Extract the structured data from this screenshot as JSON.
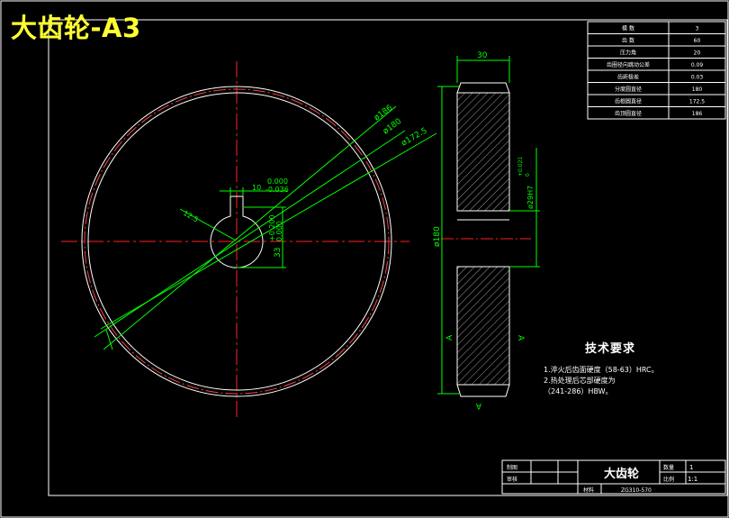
{
  "title": "大齿轮-A3",
  "param_table": [
    {
      "label": "模 数",
      "value": "3"
    },
    {
      "label": "齿 数",
      "value": "60"
    },
    {
      "label": "压力角",
      "value": "20"
    },
    {
      "label": "齿圈径向跳动公差",
      "value": "0.09"
    },
    {
      "label": "齿距极差",
      "value": "0.03"
    },
    {
      "label": "分度圆直径",
      "value": "180"
    },
    {
      "label": "齿根圆直径",
      "value": "172.5"
    },
    {
      "label": "齿顶圆直径",
      "value": "186"
    }
  ],
  "dimensions": {
    "dia_tip": "ø186",
    "dia_pitch": "ø180",
    "dia_root": "ø172.5",
    "keyway_width": "10",
    "keyway_tol_upper": "0.000",
    "keyway_tol_lower": "-0.036",
    "radius": "12.5",
    "keyway_depth": "33",
    "keyway_depth_tol_upper": "+0.200",
    "keyway_depth_tol_lower": "0.000",
    "face_width": "30",
    "side_dia": "ø180",
    "bore_dia": "ø29H7",
    "bore_tol_upper": "+0.021",
    "bore_tol_lower": "0",
    "section_left": "A",
    "section_right": "A",
    "section_bottom": "A"
  },
  "tech_requirements": {
    "heading": "技术要求",
    "lines": [
      "1.淬火后齿面硬度（58-63）HRC。",
      "2.热处理后芯部硬度为",
      "（241-286）HBW。"
    ]
  },
  "title_block": {
    "drawn_label": "制图",
    "checked_label": "审核",
    "part_name": "大齿轮",
    "qty_label": "数量",
    "qty_value": "1",
    "scale_label": "比例",
    "scale_value": "1:1",
    "material_label": "材料",
    "material_value": "ZG310-570"
  },
  "colors": {
    "frame": "#ffffff",
    "dimension": "#00ff00",
    "centerline": "#ff2020",
    "hatch": "#a0a0a0",
    "title": "#ffff33"
  }
}
